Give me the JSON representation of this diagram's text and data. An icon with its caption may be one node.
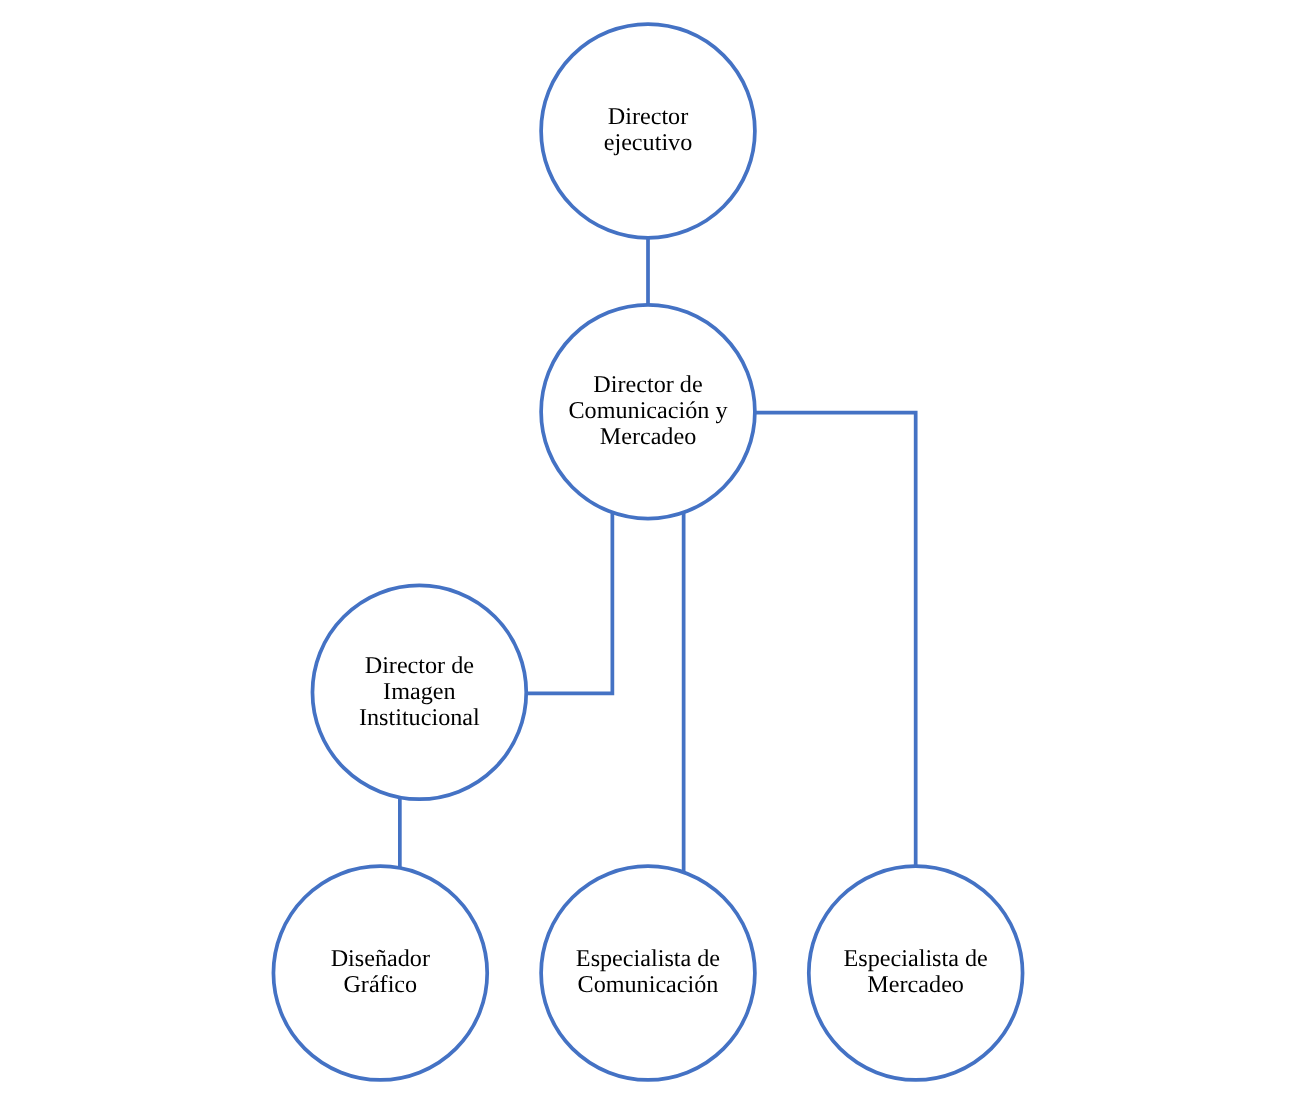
{
  "diagram": {
    "nodes": [
      {
        "text": [
          "Director ejecutivo"
        ]
      },
      {
        "text": [
          "Director de Comunicación y Mercadeo"
        ]
      },
      {
        "text": [
          "Director de Imagen Institucional"
        ]
      },
      {
        "text": [
          "Diseñador Gráfico"
        ]
      },
      {
        "text": [
          "Especialista de Comunicación"
        ]
      },
      {
        "text": [
          "Especialista de Mercadeo"
        ]
      }
    ],
    "edges": [
      {
        "from": 0,
        "to": 1,
        "arrow": "none"
      },
      {
        "from": 1,
        "to": 2,
        "arrow": "none"
      },
      {
        "from": 1,
        "to": 4,
        "arrow": "none"
      },
      {
        "from": 1,
        "to": 5,
        "arrow": "none"
      },
      {
        "from": 2,
        "to": 3,
        "arrow": "none"
      }
    ]
  }
}
